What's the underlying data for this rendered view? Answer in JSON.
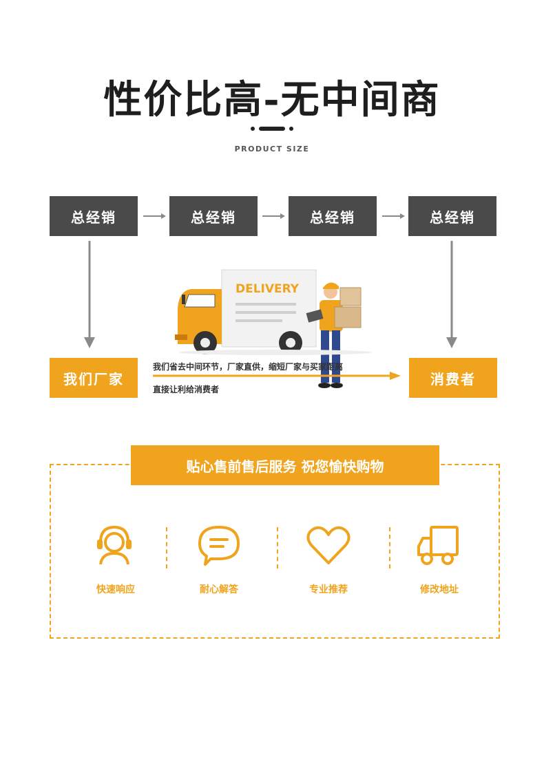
{
  "header": {
    "title": "性价比高-无中间商",
    "subtitle": "PRODUCT SIZE"
  },
  "flow": {
    "distributors": [
      "总经销",
      "总经销",
      "总经销",
      "总经销"
    ],
    "factory": "我们厂家",
    "consumer": "消费者",
    "truck_label": "DELIVERY",
    "description_line1": "我们省去中间环节，厂家直供，缩短厂家与买家距离",
    "description_line2": "直接让利给消费者"
  },
  "service": {
    "banner": "贴心售前售后服务 祝您愉快购物",
    "features": [
      {
        "label": "快速响应",
        "icon": "headset-icon"
      },
      {
        "label": "耐心解答",
        "icon": "chat-bubble-icon"
      },
      {
        "label": "专业推荐",
        "icon": "heart-icon"
      },
      {
        "label": "修改地址",
        "icon": "truck-icon"
      }
    ]
  },
  "colors": {
    "accent": "#f0a31c",
    "dark_box": "#4a4a4a"
  }
}
